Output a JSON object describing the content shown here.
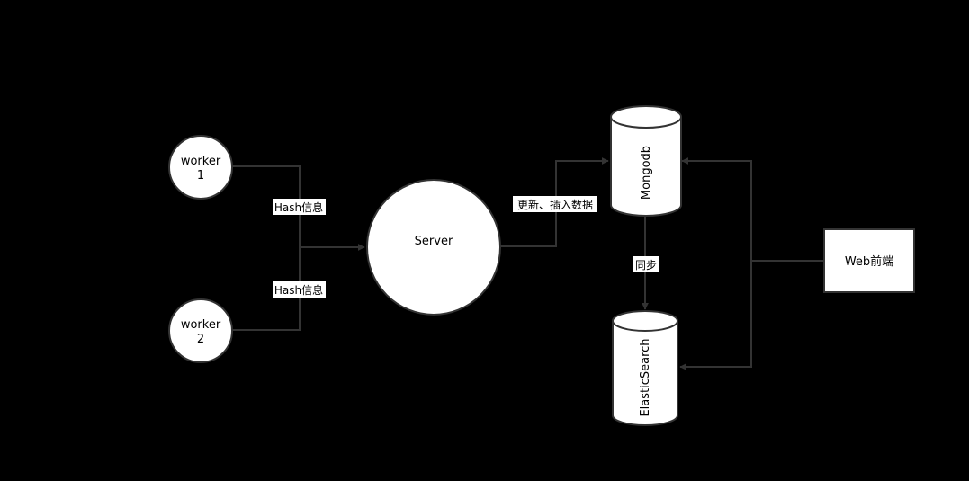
{
  "colors": {
    "background": "#000000",
    "shape_fill": "#ffffff",
    "stroke": "#333333",
    "text": "#000000"
  },
  "nodes": {
    "worker1": {
      "line1": "worker",
      "line2": "1"
    },
    "worker2": {
      "line1": "worker",
      "line2": "2"
    },
    "server": {
      "label": "Server"
    },
    "mongodb": {
      "label": "Mongodb"
    },
    "elasticsearch": {
      "label": "ElasticSearch"
    },
    "web_frontend": {
      "label": "Web前端"
    }
  },
  "edges": {
    "worker1_to_server": {
      "label": "Hash信息"
    },
    "worker2_to_server": {
      "label": "Hash信息"
    },
    "server_to_mongodb": {
      "label": "更新、插入数据"
    },
    "mongodb_to_elasticsearch": {
      "label": "同步"
    },
    "web_to_mongodb": {
      "label": ""
    },
    "web_to_elasticsearch": {
      "label": ""
    }
  }
}
